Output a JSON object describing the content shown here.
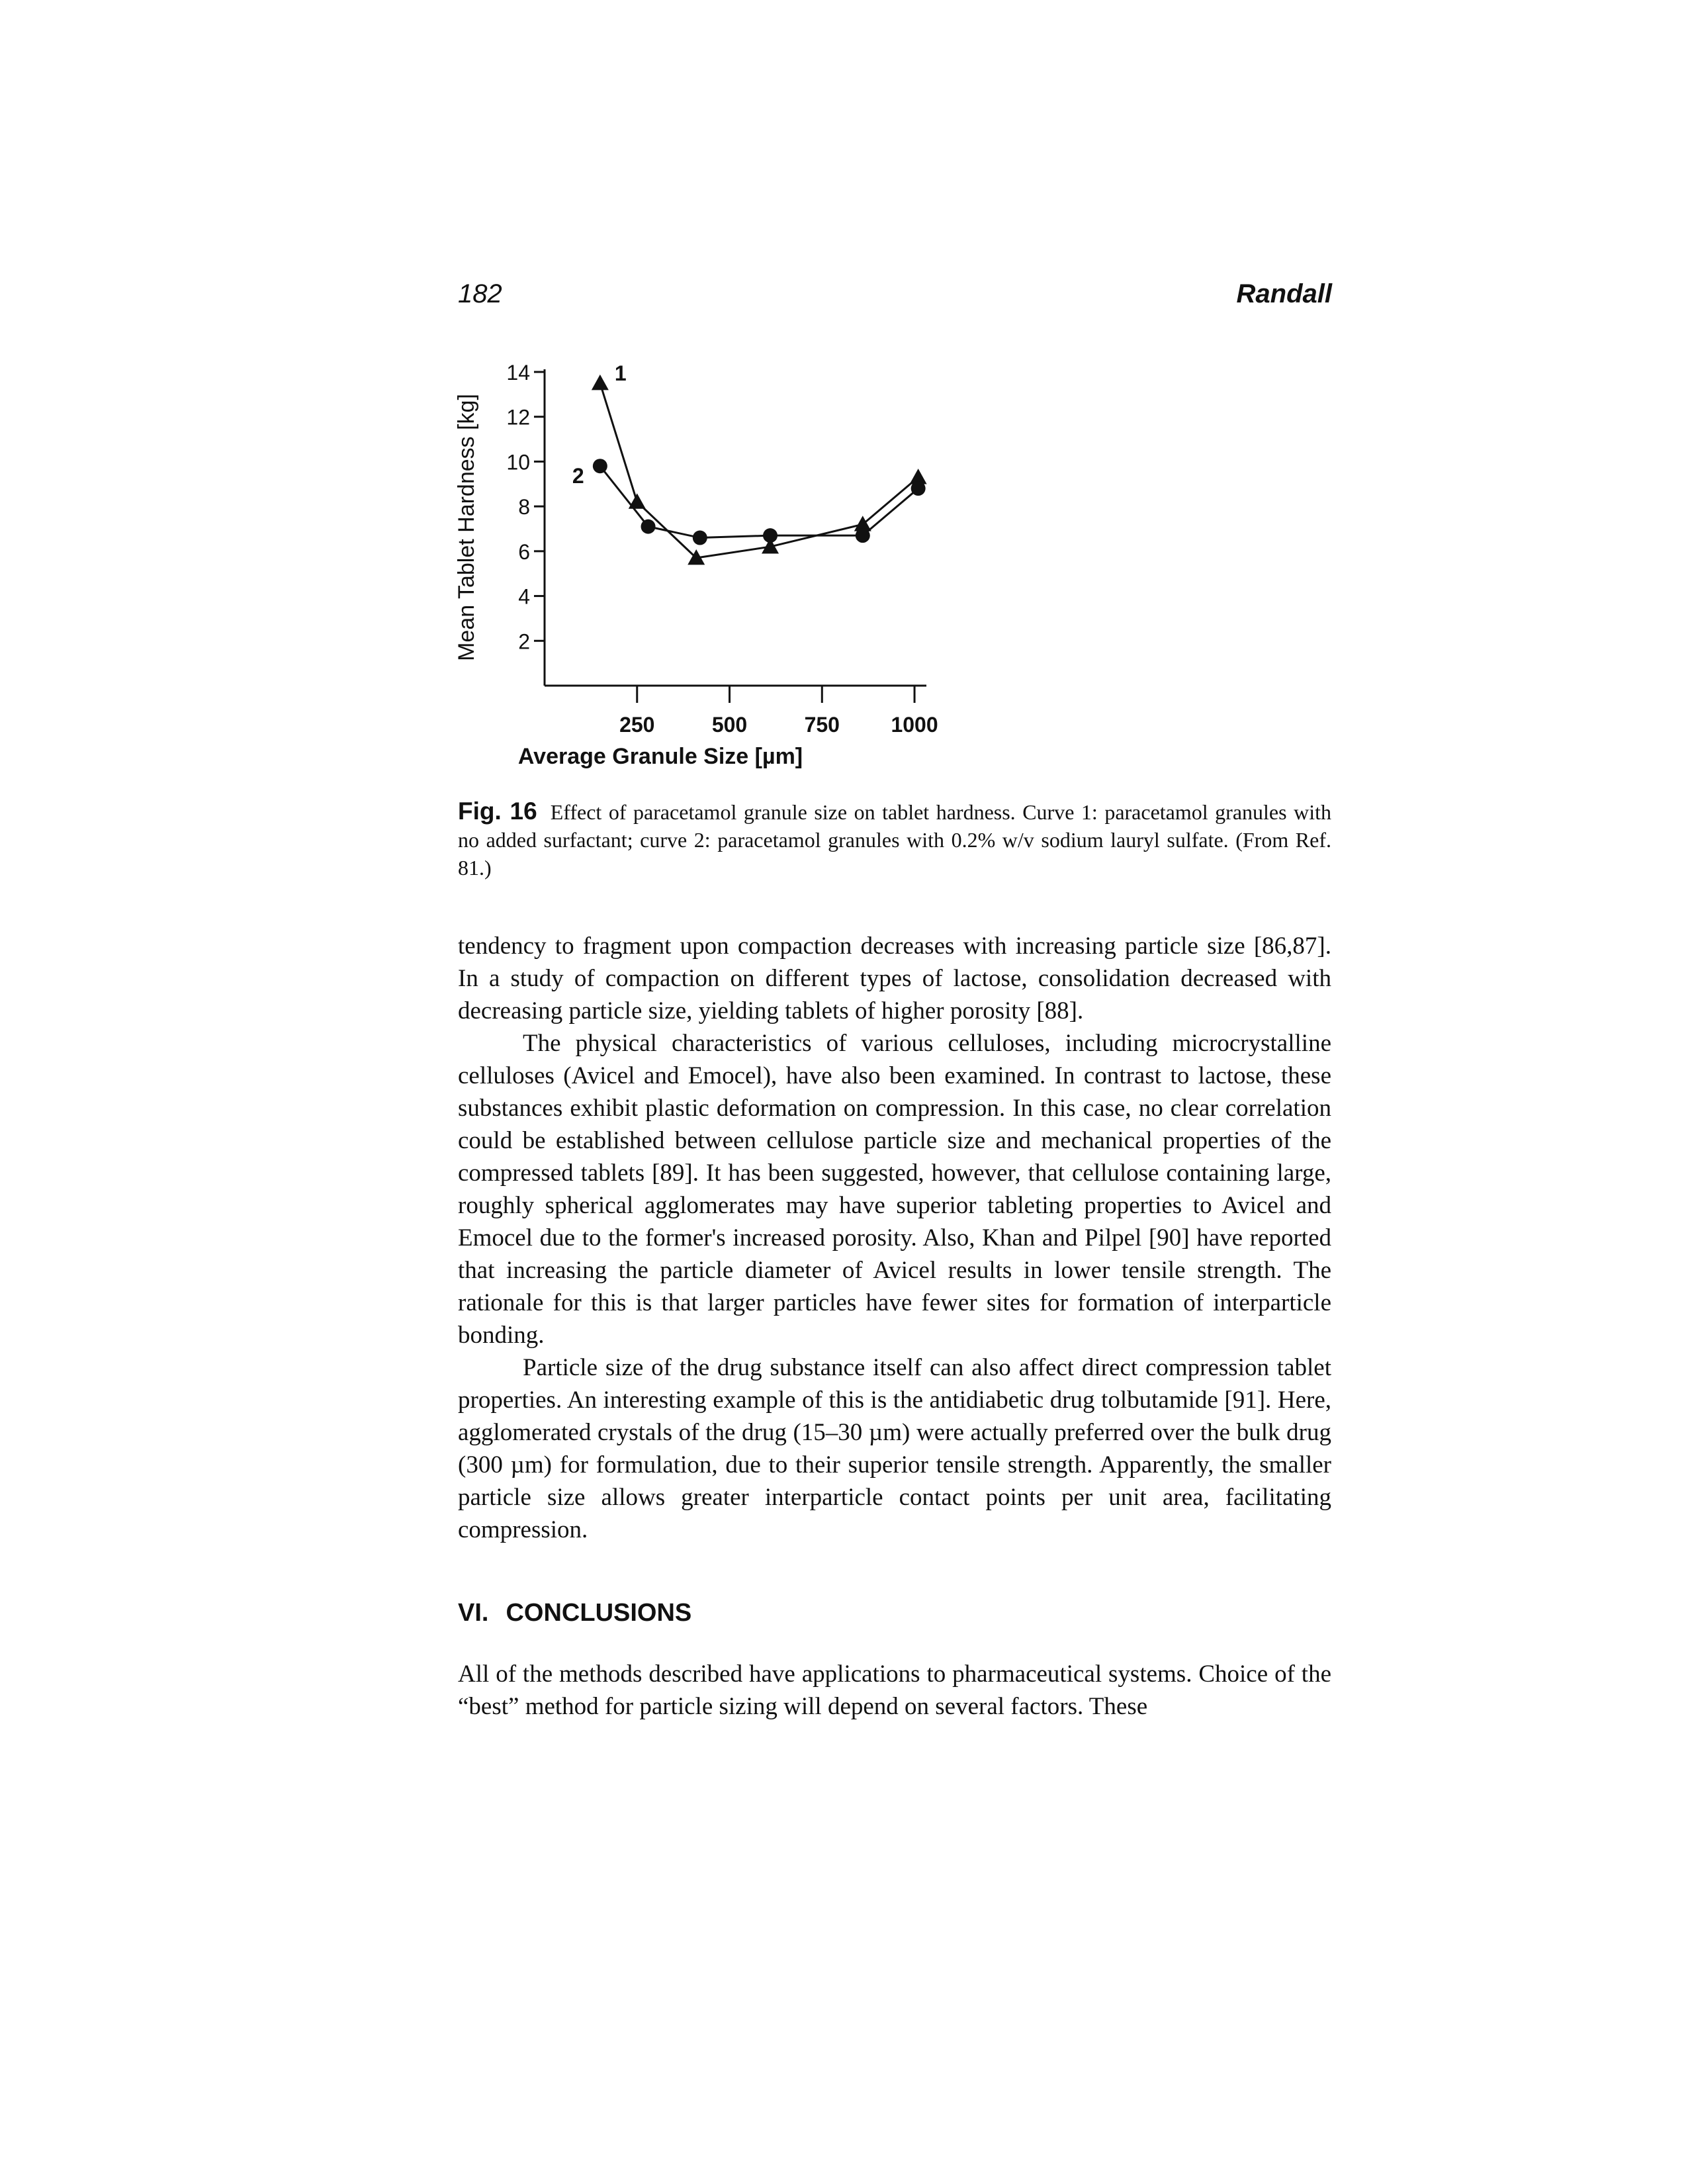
{
  "header": {
    "page_number": "182",
    "running_head": "Randall"
  },
  "figure": {
    "caption_label": "Fig. 16",
    "caption_text": "Effect of paracetamol granule size on tablet hardness. Curve 1: paracetamol granules with no added surfactant; curve 2: paracetamol granules with 0.2% w/v sodium lauryl sulfate. (From Ref. 81.)"
  },
  "chart_data": {
    "type": "line",
    "title": "",
    "xlabel": "Average Granule Size [µm]",
    "ylabel": "Mean Tablet Hardness [kg]",
    "xlim": [
      0,
      1050
    ],
    "ylim": [
      0,
      14
    ],
    "x_ticks": [
      250,
      500,
      750,
      1000
    ],
    "y_ticks": [
      2,
      4,
      6,
      8,
      10,
      12,
      14
    ],
    "grid": false,
    "series": [
      {
        "name": "1",
        "marker": "triangle",
        "x": [
          150,
          250,
          410,
          610,
          860,
          1010
        ],
        "y": [
          13.5,
          8.2,
          5.7,
          6.2,
          7.2,
          9.3
        ]
      },
      {
        "name": "2",
        "marker": "circle",
        "x": [
          150,
          280,
          420,
          610,
          860,
          1010
        ],
        "y": [
          9.8,
          7.1,
          6.6,
          6.7,
          6.7,
          8.8
        ]
      }
    ]
  },
  "body": {
    "paragraphs": [
      "tendency to fragment upon compaction decreases with increasing particle size [86,87]. In a study of compaction on different types of lactose, consolidation decreased with decreasing particle size, yielding tablets of higher porosity [88].",
      "The physical characteristics of various celluloses, including microcrystalline celluloses (Avicel and Emocel), have also been examined. In contrast to lactose, these substances exhibit plastic deformation on compression. In this case, no clear correlation could be established between cellulose particle size and mechanical properties of the compressed tablets [89]. It has been suggested, however, that cellulose containing large, roughly spherical agglomerates may have superior tableting properties to Avicel and Emocel due to the former's increased porosity. Also, Khan and Pilpel [90] have reported that increasing the particle diameter of Avicel results in lower tensile strength. The rationale for this is that larger particles have fewer sites for formation of interparticle bonding.",
      "Particle size of the drug substance itself can also affect direct compression tablet properties. An interesting example of this is the antidiabetic drug tolbutamide [91]. Here, agglomerated crystals of the drug (15–30 µm) were actually preferred over the bulk drug (300 µm) for formulation, due to their superior tensile strength. Apparently, the smaller particle size allows greater interparticle contact points per unit area, facilitating compression."
    ]
  },
  "section": {
    "number": "VI.",
    "title": "CONCLUSIONS",
    "text": "All of the methods described have applications to pharmaceutical systems. Choice of the “best” method for particle sizing will depend on several factors. These"
  }
}
